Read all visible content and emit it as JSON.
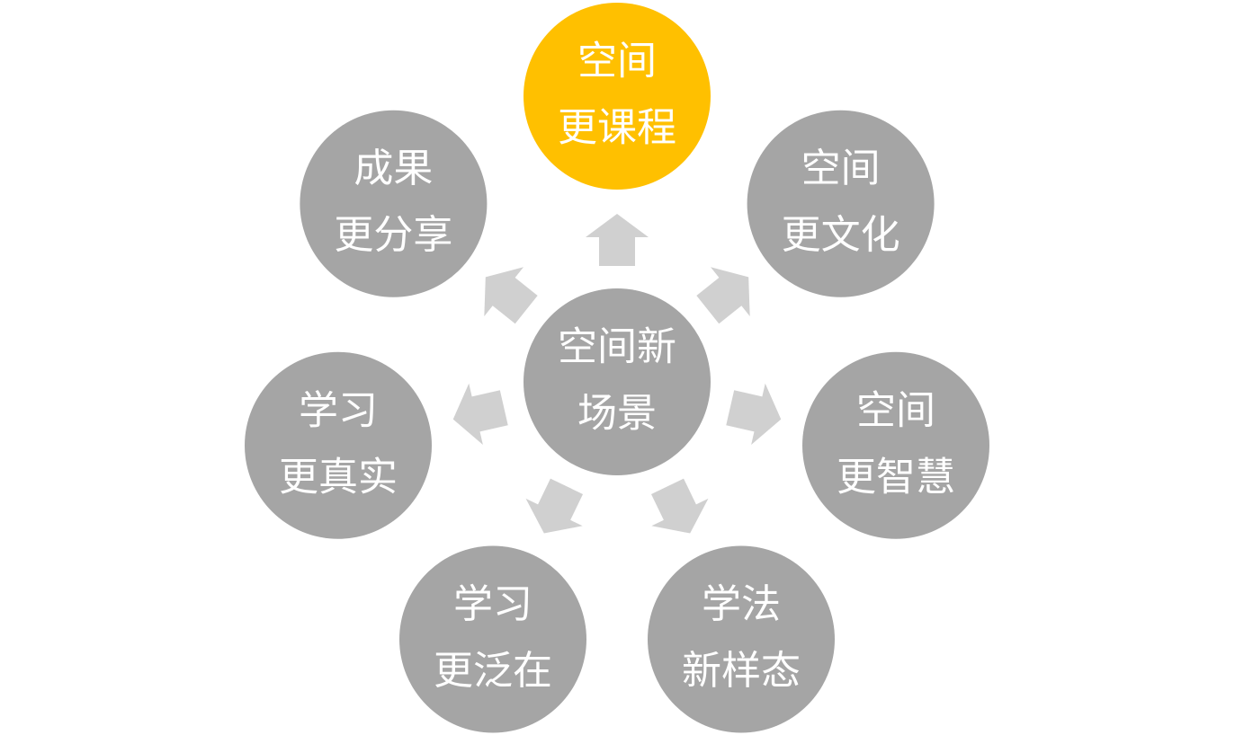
{
  "center": {
    "lines": [
      "空间新",
      "场景"
    ],
    "color": "#a5a5a5"
  },
  "nodes": [
    {
      "id": "curriculum",
      "lines": [
        "空间",
        "更课程"
      ],
      "color": "#ffc000",
      "highlighted": true
    },
    {
      "id": "culture",
      "lines": [
        "空间",
        "更文化"
      ],
      "color": "#a5a5a5",
      "highlighted": false
    },
    {
      "id": "smart",
      "lines": [
        "空间",
        "更智慧"
      ],
      "color": "#a5a5a5",
      "highlighted": false
    },
    {
      "id": "new-methods",
      "lines": [
        "学法",
        "新样态"
      ],
      "color": "#a5a5a5",
      "highlighted": false
    },
    {
      "id": "ubiquitous",
      "lines": [
        "学习",
        "更泛在"
      ],
      "color": "#a5a5a5",
      "highlighted": false
    },
    {
      "id": "authentic",
      "lines": [
        "学习",
        "更真实"
      ],
      "color": "#a5a5a5",
      "highlighted": false
    },
    {
      "id": "sharing",
      "lines": [
        "成果",
        "更分享"
      ],
      "color": "#a5a5a5",
      "highlighted": false
    }
  ],
  "arrow_color": "#d0d0d0",
  "text_color": "#ffffff"
}
